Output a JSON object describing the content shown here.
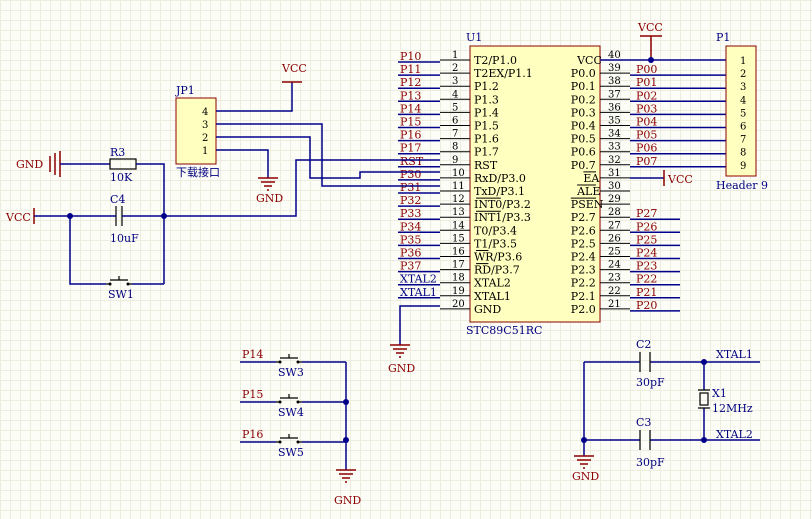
{
  "u1": {
    "designator": "U1",
    "part": "STC89C51RC",
    "left_pins": [
      {
        "num": "1",
        "name": "T2/P1.0",
        "net": "P10"
      },
      {
        "num": "2",
        "name": "T2EX/P1.1",
        "net": "P11"
      },
      {
        "num": "3",
        "name": "P1.2",
        "net": "P12"
      },
      {
        "num": "4",
        "name": "P1.3",
        "net": "P13"
      },
      {
        "num": "5",
        "name": "P1.4",
        "net": "P14"
      },
      {
        "num": "6",
        "name": "P1.5",
        "net": "P15"
      },
      {
        "num": "7",
        "name": "P1.6",
        "net": "P16"
      },
      {
        "num": "8",
        "name": "P1.7",
        "net": "P17"
      },
      {
        "num": "9",
        "name": "RST",
        "net": "RST"
      },
      {
        "num": "10",
        "name": "RxD/P3.0",
        "net": "P30"
      },
      {
        "num": "11",
        "name": "TxD/P3.1",
        "net": "P31"
      },
      {
        "num": "12",
        "name": "INT0/P3.2",
        "net": "P32"
      },
      {
        "num": "13",
        "name": "INT1/P3.3",
        "net": "P33"
      },
      {
        "num": "14",
        "name": "T0/P3.4",
        "net": "P34"
      },
      {
        "num": "15",
        "name": "T1/P3.5",
        "net": "P35"
      },
      {
        "num": "16",
        "name": "WR/P3.6",
        "net": "P36"
      },
      {
        "num": "17",
        "name": "RD/P3.7",
        "net": "P37"
      },
      {
        "num": "18",
        "name": "XTAL2",
        "net": "XTAL2"
      },
      {
        "num": "19",
        "name": "XTAL1",
        "net": "XTAL1"
      },
      {
        "num": "20",
        "name": "GND",
        "net": ""
      }
    ],
    "right_pins": [
      {
        "num": "40",
        "name": "VCC",
        "net": ""
      },
      {
        "num": "39",
        "name": "P0.0",
        "net": "P00"
      },
      {
        "num": "38",
        "name": "P0.1",
        "net": "P01"
      },
      {
        "num": "37",
        "name": "P0.2",
        "net": "P02"
      },
      {
        "num": "36",
        "name": "P0.3",
        "net": "P03"
      },
      {
        "num": "35",
        "name": "P0.4",
        "net": "P04"
      },
      {
        "num": "34",
        "name": "P0.5",
        "net": "P05"
      },
      {
        "num": "33",
        "name": "P0.6",
        "net": "P06"
      },
      {
        "num": "32",
        "name": "P0.7",
        "net": "P07"
      },
      {
        "num": "31",
        "name": "EA",
        "net": ""
      },
      {
        "num": "30",
        "name": "ALE",
        "net": ""
      },
      {
        "num": "29",
        "name": "PSEN",
        "net": ""
      },
      {
        "num": "28",
        "name": "P2.7",
        "net": "P27"
      },
      {
        "num": "27",
        "name": "P2.6",
        "net": "P26"
      },
      {
        "num": "26",
        "name": "P2.5",
        "net": "P25"
      },
      {
        "num": "25",
        "name": "P2.4",
        "net": "P24"
      },
      {
        "num": "24",
        "name": "P2.3",
        "net": "P23"
      },
      {
        "num": "23",
        "name": "P2.2",
        "net": "P22"
      },
      {
        "num": "22",
        "name": "P2.1",
        "net": "P21"
      },
      {
        "num": "21",
        "name": "P2.0",
        "net": "P20"
      }
    ]
  },
  "p1": {
    "designator": "P1",
    "part": "Header 9",
    "pins": [
      "1",
      "2",
      "3",
      "4",
      "5",
      "6",
      "7",
      "8",
      "9"
    ]
  },
  "jp1": {
    "designator": "JP1",
    "part": "下载接口",
    "pins": [
      "4",
      "3",
      "2",
      "1"
    ]
  },
  "r3": {
    "designator": "R3",
    "value": "10K"
  },
  "c4": {
    "designator": "C4",
    "value": "10uF"
  },
  "c2": {
    "designator": "C2",
    "value": "30pF"
  },
  "c3": {
    "designator": "C3",
    "value": "30pF"
  },
  "x1": {
    "designator": "X1",
    "value": "12MHz"
  },
  "switches": [
    {
      "designator": "SW1",
      "net": ""
    },
    {
      "designator": "SW3",
      "net": "P14"
    },
    {
      "designator": "SW4",
      "net": "P15"
    },
    {
      "designator": "SW5",
      "net": "P16"
    }
  ],
  "power": {
    "vcc": "VCC",
    "gnd": "GND"
  },
  "nets": {
    "xtal1": "XTAL1",
    "xtal2": "XTAL2"
  }
}
